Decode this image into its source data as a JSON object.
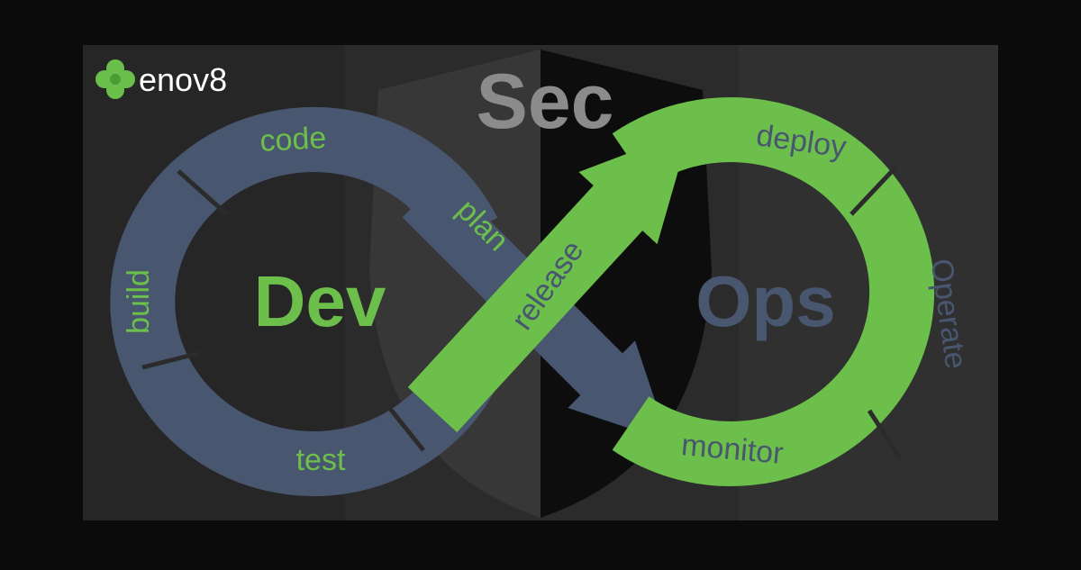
{
  "brand": {
    "logo_text": "enov8",
    "logo_color": "#6abf4b"
  },
  "diagram": {
    "sec_label": "Sec",
    "dev_label": "Dev",
    "ops_label": "Ops",
    "dev_stages": [
      "code",
      "build",
      "test",
      "plan"
    ],
    "ops_stages": [
      "deploy",
      "Operate",
      "monitor",
      "release"
    ]
  },
  "colors": {
    "background": "#0b0b0b",
    "panel": "#2b2b2b",
    "dev_blue": "#48576f",
    "ops_green": "#6dbf4b",
    "sec_gray": "#8b8b8b"
  }
}
